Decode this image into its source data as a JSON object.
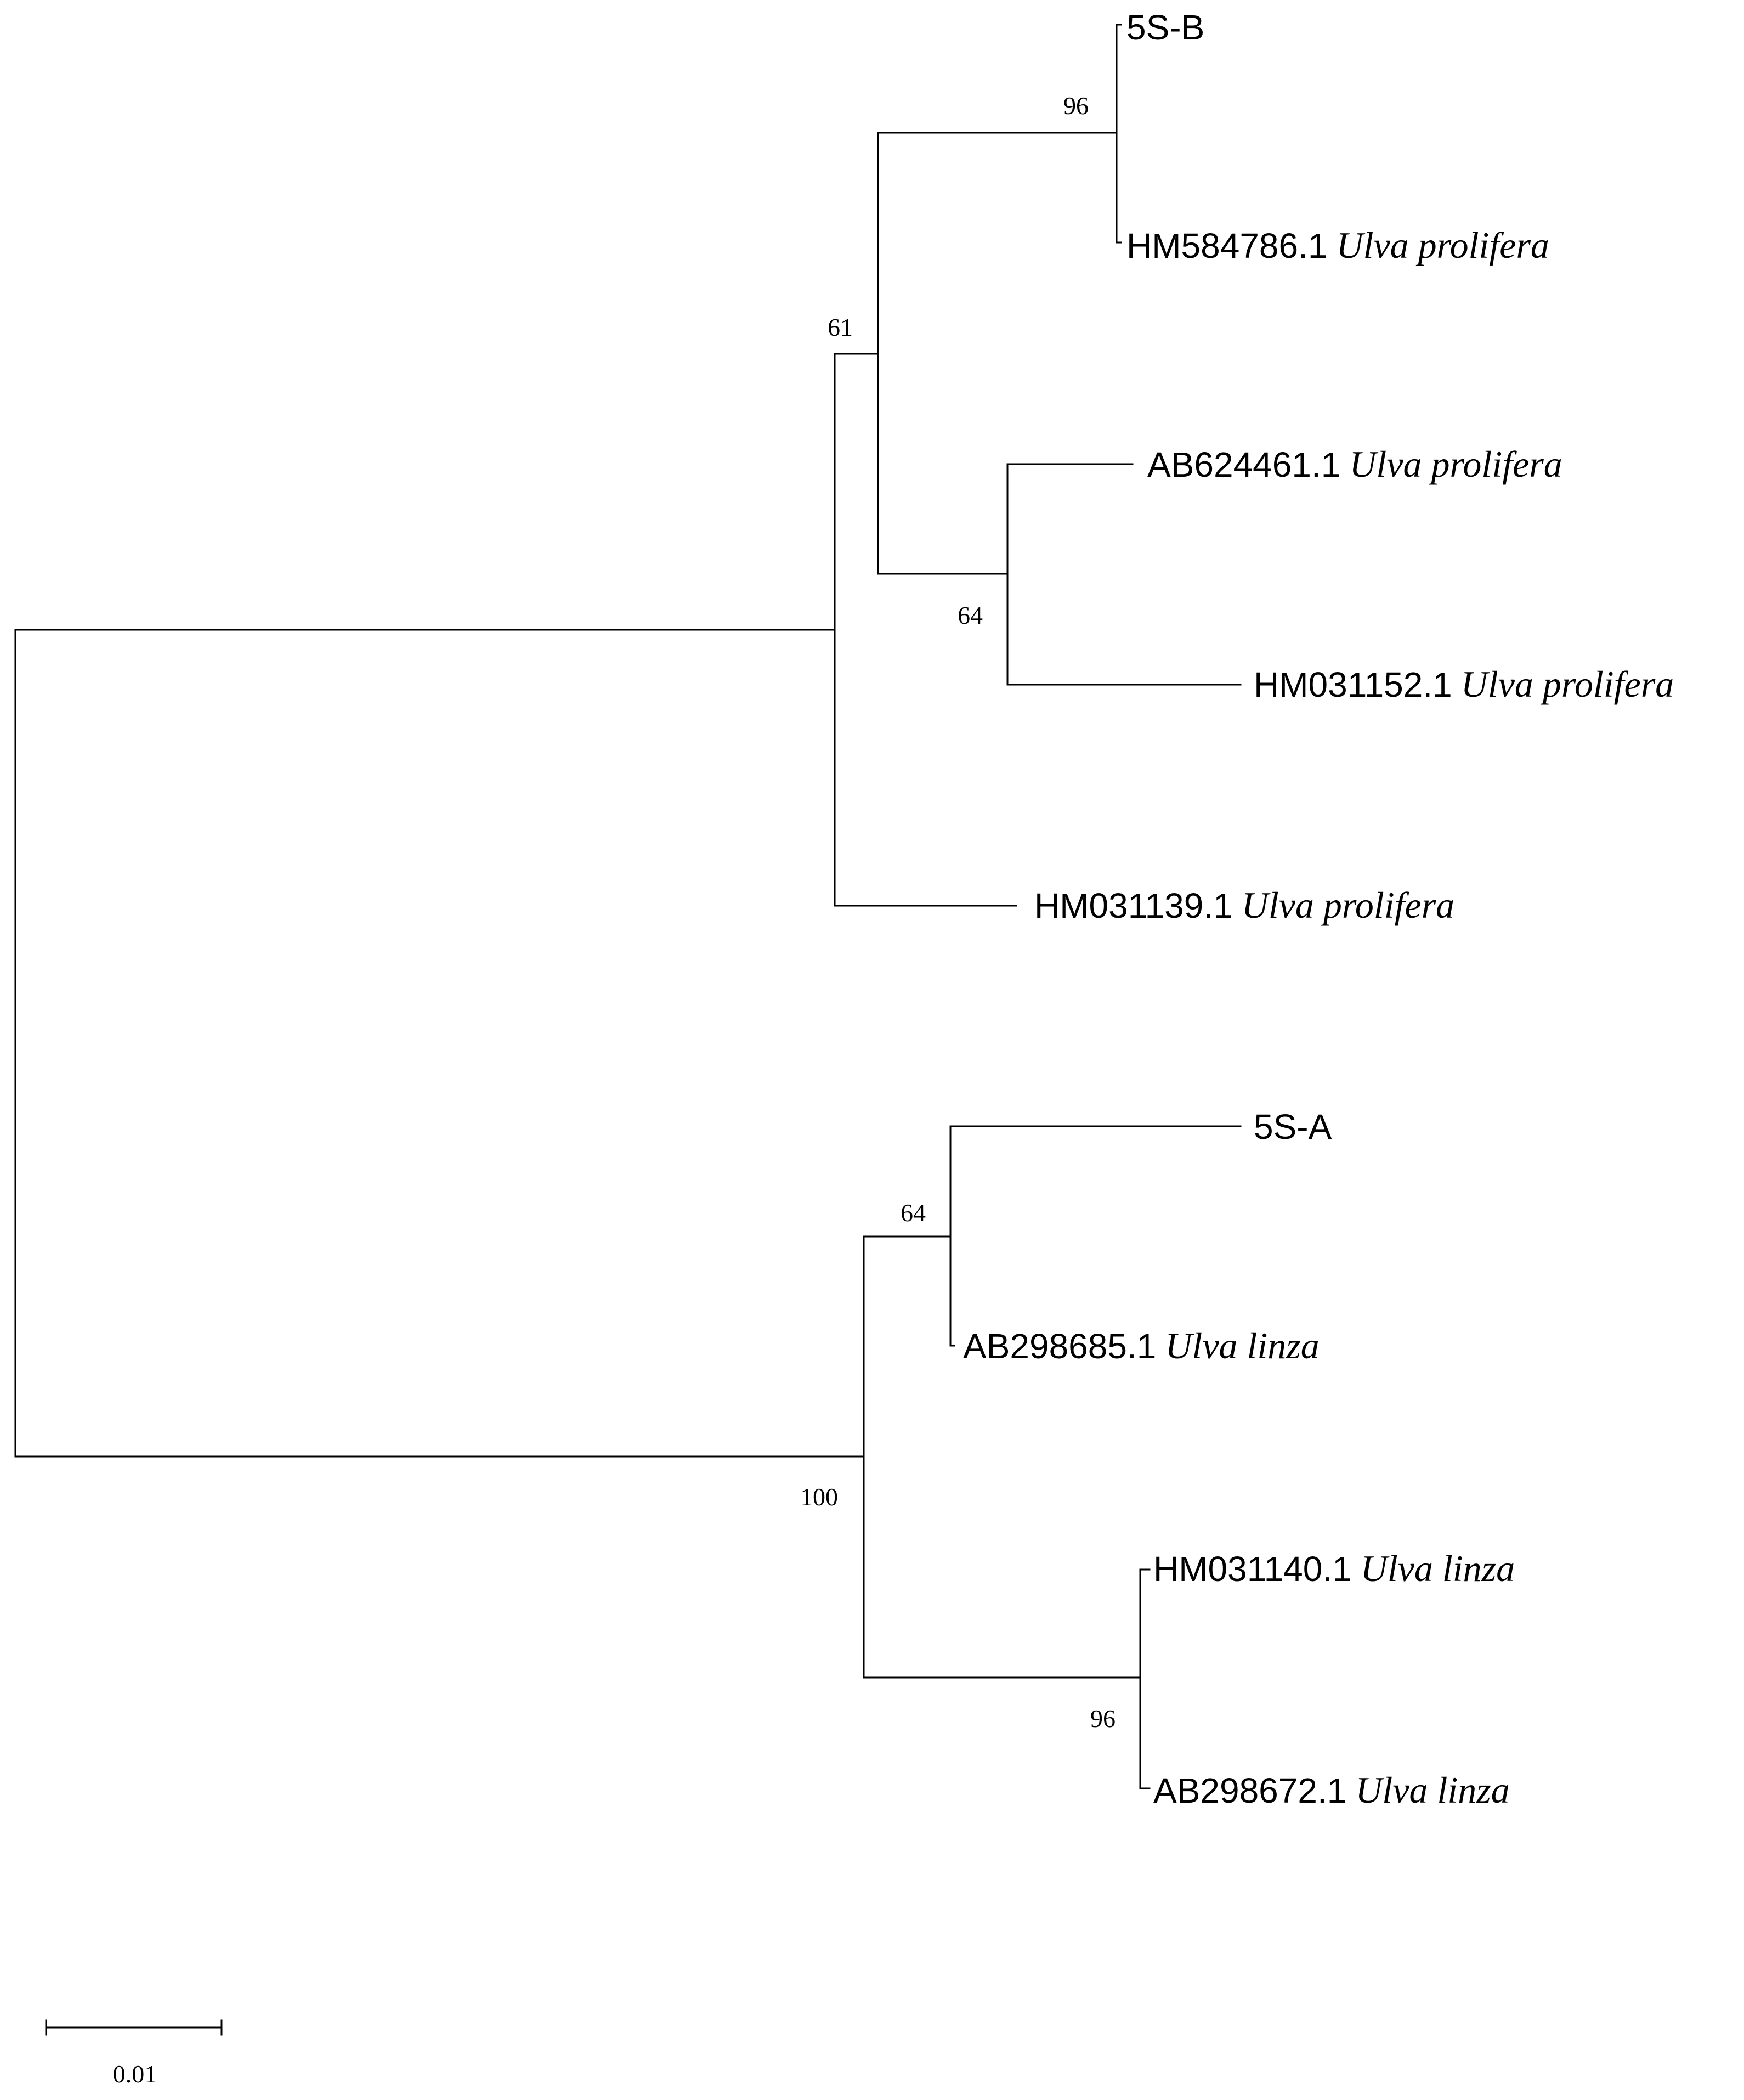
{
  "tree": {
    "scale_bar": {
      "label": "0.01",
      "length": 0.01
    },
    "leaves": [
      {
        "id": "leaf-5s-b",
        "accession": "5S-B",
        "species": ""
      },
      {
        "id": "leaf-hm584786",
        "accession": "HM584786.1",
        "species": "Ulva prolifera"
      },
      {
        "id": "leaf-ab624461",
        "accession": "AB624461.1",
        "species": "Ulva prolifera"
      },
      {
        "id": "leaf-hm031152",
        "accession": "HM031152.1",
        "species": "Ulva prolifera"
      },
      {
        "id": "leaf-hm031139",
        "accession": "HM031139.1",
        "species": "Ulva prolifera"
      },
      {
        "id": "leaf-5s-a",
        "accession": "5S-A",
        "species": ""
      },
      {
        "id": "leaf-ab298685",
        "accession": "AB298685.1",
        "species": "Ulva linza"
      },
      {
        "id": "leaf-hm031140",
        "accession": "HM031140.1",
        "species": "Ulva linza"
      },
      {
        "id": "leaf-ab298672",
        "accession": "AB298672.1",
        "species": "Ulva linza"
      }
    ],
    "bootstrap": [
      {
        "node": "clade-5sb-hm584786",
        "value": "96"
      },
      {
        "node": "clade-prolifera-inner",
        "value": "61"
      },
      {
        "node": "clade-ab624461-hm031152",
        "value": "64"
      },
      {
        "node": "clade-5sa-ab298685",
        "value": "64"
      },
      {
        "node": "clade-linza",
        "value": "100"
      },
      {
        "node": "clade-hm031140-ab298672",
        "value": "96"
      }
    ]
  }
}
